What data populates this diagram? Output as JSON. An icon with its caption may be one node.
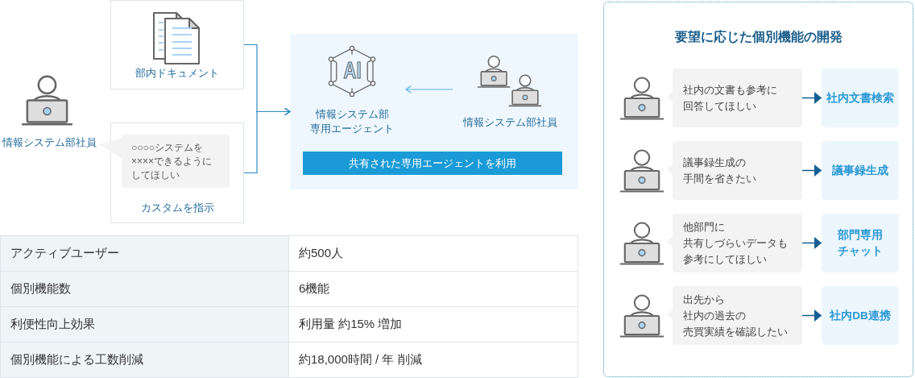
{
  "diagram": {
    "nodes": [
      {
        "text": [
          "情報システム部社員"
        ]
      },
      {
        "text": [
          "部内ドキュメント"
        ]
      },
      {
        "text": [
          "カスタムを指示"
        ]
      },
      {
        "text": [
          "○○○○システムを××××できるようにしてほしい"
        ],
        "in": 2
      },
      {
        "text": [],
        "shape": "box"
      },
      {
        "text": [
          "AI",
          "情報システム部専用エージェント"
        ],
        "in": 4
      },
      {
        "text": [
          "情報システム部社員"
        ],
        "in": 4
      },
      {
        "text": [
          "共有された専用エージェントを利用"
        ],
        "in": 4
      },
      {
        "text": [
          "要望に応じた個別機能の開発"
        ]
      },
      {
        "text": [
          "社内の文書も参考に回答してほしい"
        ],
        "in": 8
      },
      {
        "text": [
          "社内文書検索"
        ],
        "in": 8
      },
      {
        "text": [
          "議事録生成の手間を省きたい"
        ],
        "in": 8
      },
      {
        "text": [
          "議事録生成"
        ],
        "in": 8
      },
      {
        "text": [
          "他部門に共有しづらいデータも参考にしてほしい"
        ],
        "in": 8
      },
      {
        "text": [
          "部門専用チャット"
        ],
        "in": 8
      },
      {
        "text": [
          "出先から社内の過去の売買実績を確認したい"
        ],
        "in": 8
      },
      {
        "text": [
          "社内DB連携"
        ],
        "in": 8
      }
    ],
    "edges": [
      {
        "from": 1,
        "to": 4,
        "arrow": "to",
        "color": "#2c8ac2"
      },
      {
        "from": 2,
        "to": 4,
        "arrow": "to",
        "color": "#2c8ac2"
      },
      {
        "from": 6,
        "to": 5,
        "arrow": "to",
        "color": "#55b3e3"
      },
      {
        "from": 9,
        "to": 10,
        "arrow": "to"
      },
      {
        "from": 11,
        "to": 12,
        "arrow": "to"
      },
      {
        "from": 13,
        "to": 14,
        "arrow": "to"
      },
      {
        "from": 15,
        "to": 16,
        "arrow": "to"
      }
    ],
    "labels": [
      "アクティブユーザー",
      "約500人",
      "個別機能数",
      "6機能",
      "利便性向上効果",
      "利用量 約15% 増加",
      "個別機能による工数削減",
      "約18,000時間 / 年 削減"
    ]
  }
}
